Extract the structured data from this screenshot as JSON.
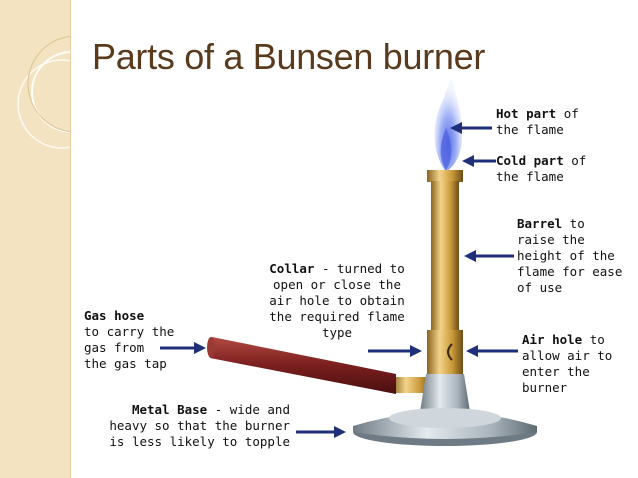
{
  "title": "Parts of a Bunsen burner",
  "labels": {
    "hot_part": {
      "name": "Hot part",
      "rest_first": " of",
      "lines": [
        "the flame"
      ]
    },
    "cold_part": {
      "name": "Cold part",
      "rest_first": " of",
      "lines": [
        "the flame"
      ]
    },
    "barrel": {
      "name": "Barrel",
      "rest_first": " to",
      "lines": [
        "raise the",
        "height of the",
        "flame for ease",
        "of use"
      ]
    },
    "collar": {
      "name": "Collar",
      "rest_first": " - turned to",
      "lines": [
        "open or close the",
        "air hole to obtain",
        "the required flame",
        "type"
      ]
    },
    "gas_hose": {
      "name": "Gas hose",
      "rest_first": "",
      "lines": [
        "to carry the",
        "gas from",
        "the gas tap"
      ]
    },
    "air_hole": {
      "name": "Air hole",
      "rest_first": " to",
      "lines": [
        "allow air to",
        "enter the",
        "burner"
      ]
    },
    "metal_base": {
      "name": "Metal Base",
      "rest_first": " - wide and",
      "lines": [
        "heavy so that the burner",
        "is less likely to topple"
      ]
    }
  },
  "colors": {
    "title": "#5a3a1c",
    "arrow": "#1f2f7a",
    "hose": "#7a1e1e",
    "brass": "#c99a3a",
    "steel": "#a9b4bc",
    "flame": "#8a9cf0"
  }
}
